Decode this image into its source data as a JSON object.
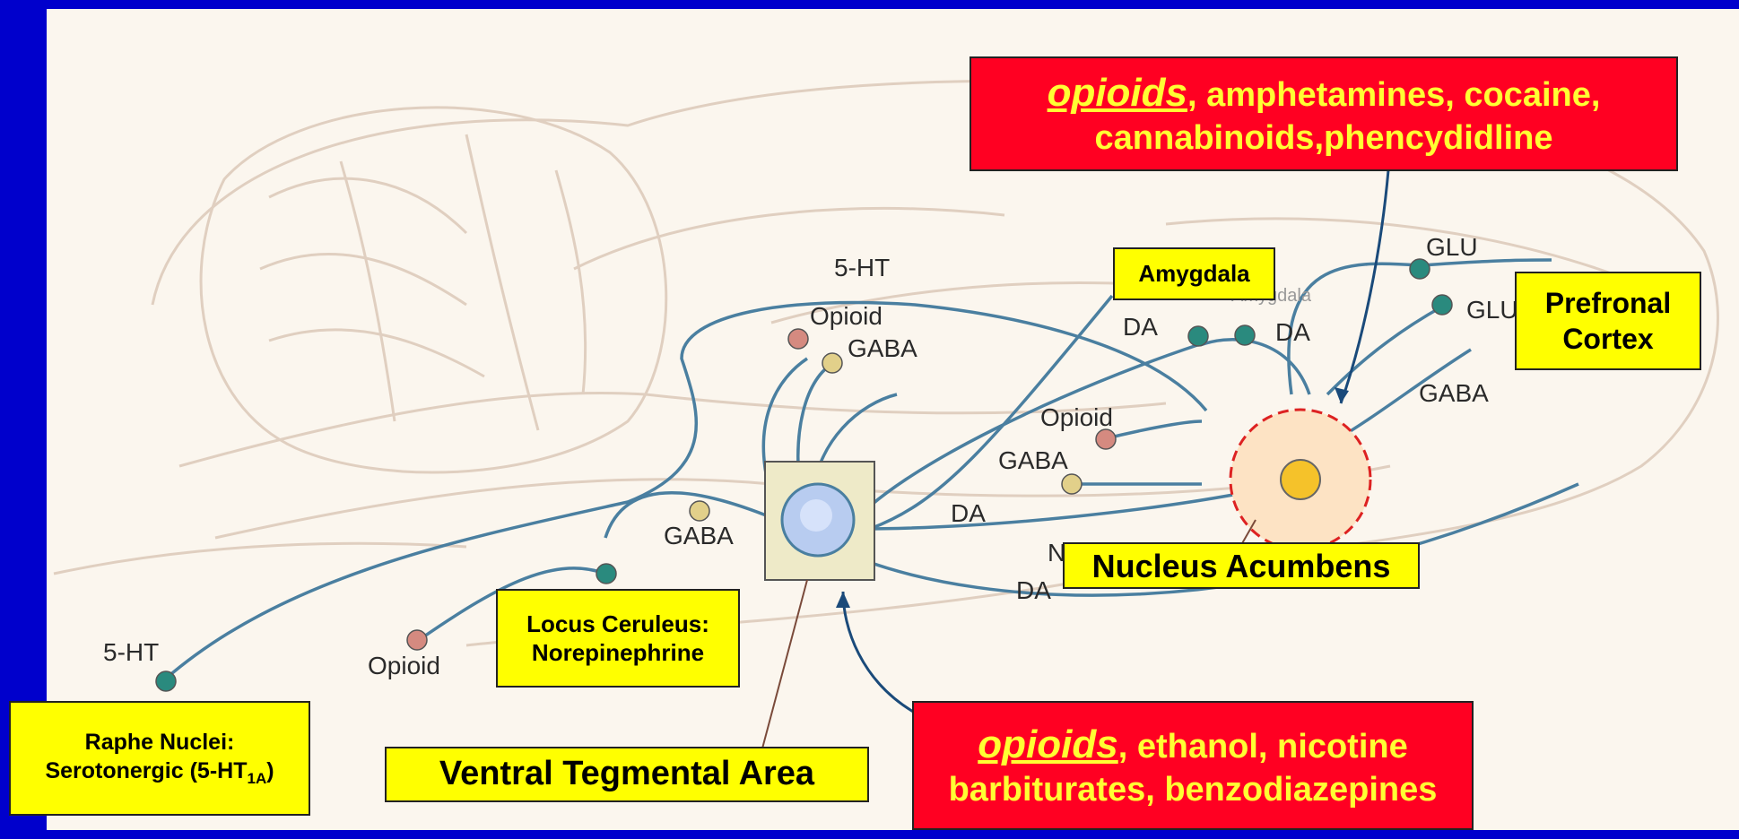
{
  "neuron_labels": {
    "ht_top": "5-HT",
    "opioid_left": "Opioid",
    "gaba_left": "GABA",
    "gaba_mid": "GABA",
    "da_top_left": "DA",
    "da_top_right": "DA",
    "glu_1": "GLU",
    "glu_2": "GLU",
    "gaba_right": "GABA",
    "opioid_mid": "Opioid",
    "gaba_mid2": "GABA",
    "da_center": "DA",
    "da_bottom": "DA",
    "ht_bottom": "5-HT",
    "opioid_bottom": "Opioid",
    "amygdala_faint": "Amygdala",
    "n_faint": "N"
  },
  "regions": {
    "amygdala": "Amygdala",
    "prefrontal": "Prefronal Cortex",
    "nucleus_acumbens": "Nucleus Acumbens",
    "locus_ceruleus_line1": "Locus Ceruleus:",
    "locus_ceruleus_line2": "Norepinephrine",
    "raphe_line1": "Raphe Nuclei:",
    "raphe_line2": "Serotonergic (5-HT",
    "raphe_sub": "1A",
    "raphe_close": ")",
    "vta": "Ventral Tegmental Area"
  },
  "drug_boxes": {
    "top_emph": "opioids",
    "top_rest1": ", amphetamines, cocaine,",
    "top_line2": "cannabinoids,phencydidline",
    "bottom_emph": "opioids",
    "bottom_rest1": ", ethanol, nicotine",
    "bottom_line2": "barbiturates, benzodiazepines"
  },
  "colors": {
    "background": "#0000cc",
    "panel": "#fbf6ee",
    "label_box": "#ffff00",
    "drug_box": "#ff0022",
    "drug_text": "#ffff33",
    "neuron_teal": "#2a8a7e",
    "neuron_pink": "#d58a80",
    "neuron_tan": "#e2d08a",
    "axon": "#4a7fa0"
  }
}
